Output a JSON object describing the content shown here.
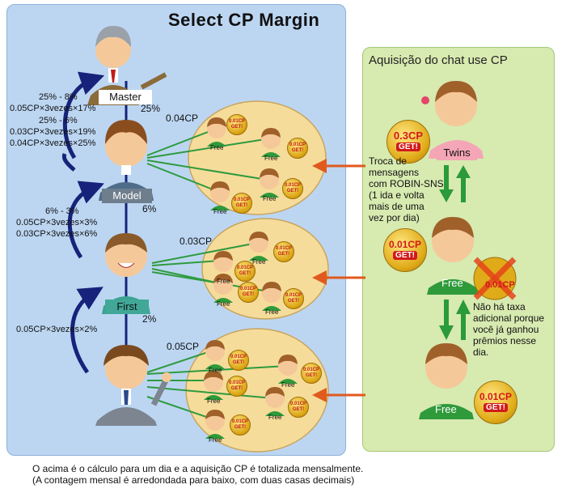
{
  "title": "Select CP Margin",
  "right_title": "Aquisição do chat use CP",
  "levels": {
    "master": {
      "label": "Master",
      "pct": "25%"
    },
    "model": {
      "label": "Model",
      "pct": "6%"
    },
    "first": {
      "label": "First",
      "pct": "2%"
    }
  },
  "margins": {
    "master": [
      "25% - 8%",
      "0.05CP×3vezes×17%"
    ],
    "model_up": [
      "25% - 6%",
      "0.03CP×3vezes×19%",
      "0.04CP×3vezes×25%"
    ],
    "first_up": [
      "6% - 3%",
      "0.05CP×3vezes×3%",
      "0.03CP×3vezes×6%"
    ],
    "base_up": [
      "0.05CP×3vezes×2%"
    ]
  },
  "rates": {
    "model": "0.04CP",
    "first": "0.03CP",
    "base": "0.05CP"
  },
  "child_label": "Free",
  "coin": {
    "value": "0.01CP",
    "get": "GET!"
  },
  "twins": {
    "label": "Twins",
    "coin_value": "0.3CP",
    "coin_get": "GET!"
  },
  "free_coin": {
    "value": "0.01CP",
    "get": "GET!"
  },
  "exchange_note": [
    "Troca de",
    "mensagens",
    "com ROBIN-SNS",
    "(1 ida e volta",
    "mais de uma",
    "vez por dia)"
  ],
  "no_fee_note": [
    "Não há taxa",
    "adicional porque",
    "você já ganhou",
    "prêmios nesse",
    "dia."
  ],
  "footer": [
    "O acima é o cálculo para um dia e a aquisição CP é totalizada mensalmente.",
    "(A contagem mensal é arredondada para baixo, com duas casas decimais)"
  ],
  "colors": {
    "left_panel": "#bcd6f2",
    "right_panel": "#d7eab0",
    "circle": "#f6dc9a",
    "arrow_blue": "#17237a",
    "arrow_orange": "#e05a1e",
    "arrow_green": "#2a9a3a",
    "line_green": "#2f9a3f"
  }
}
